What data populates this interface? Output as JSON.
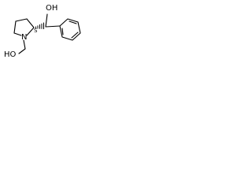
{
  "structure": {
    "atoms": {
      "ring_nitrogen": "N",
      "hydroxyl_top": "OH",
      "hydroxyl_bottom": "HO",
      "stereo_mark": "S"
    }
  }
}
